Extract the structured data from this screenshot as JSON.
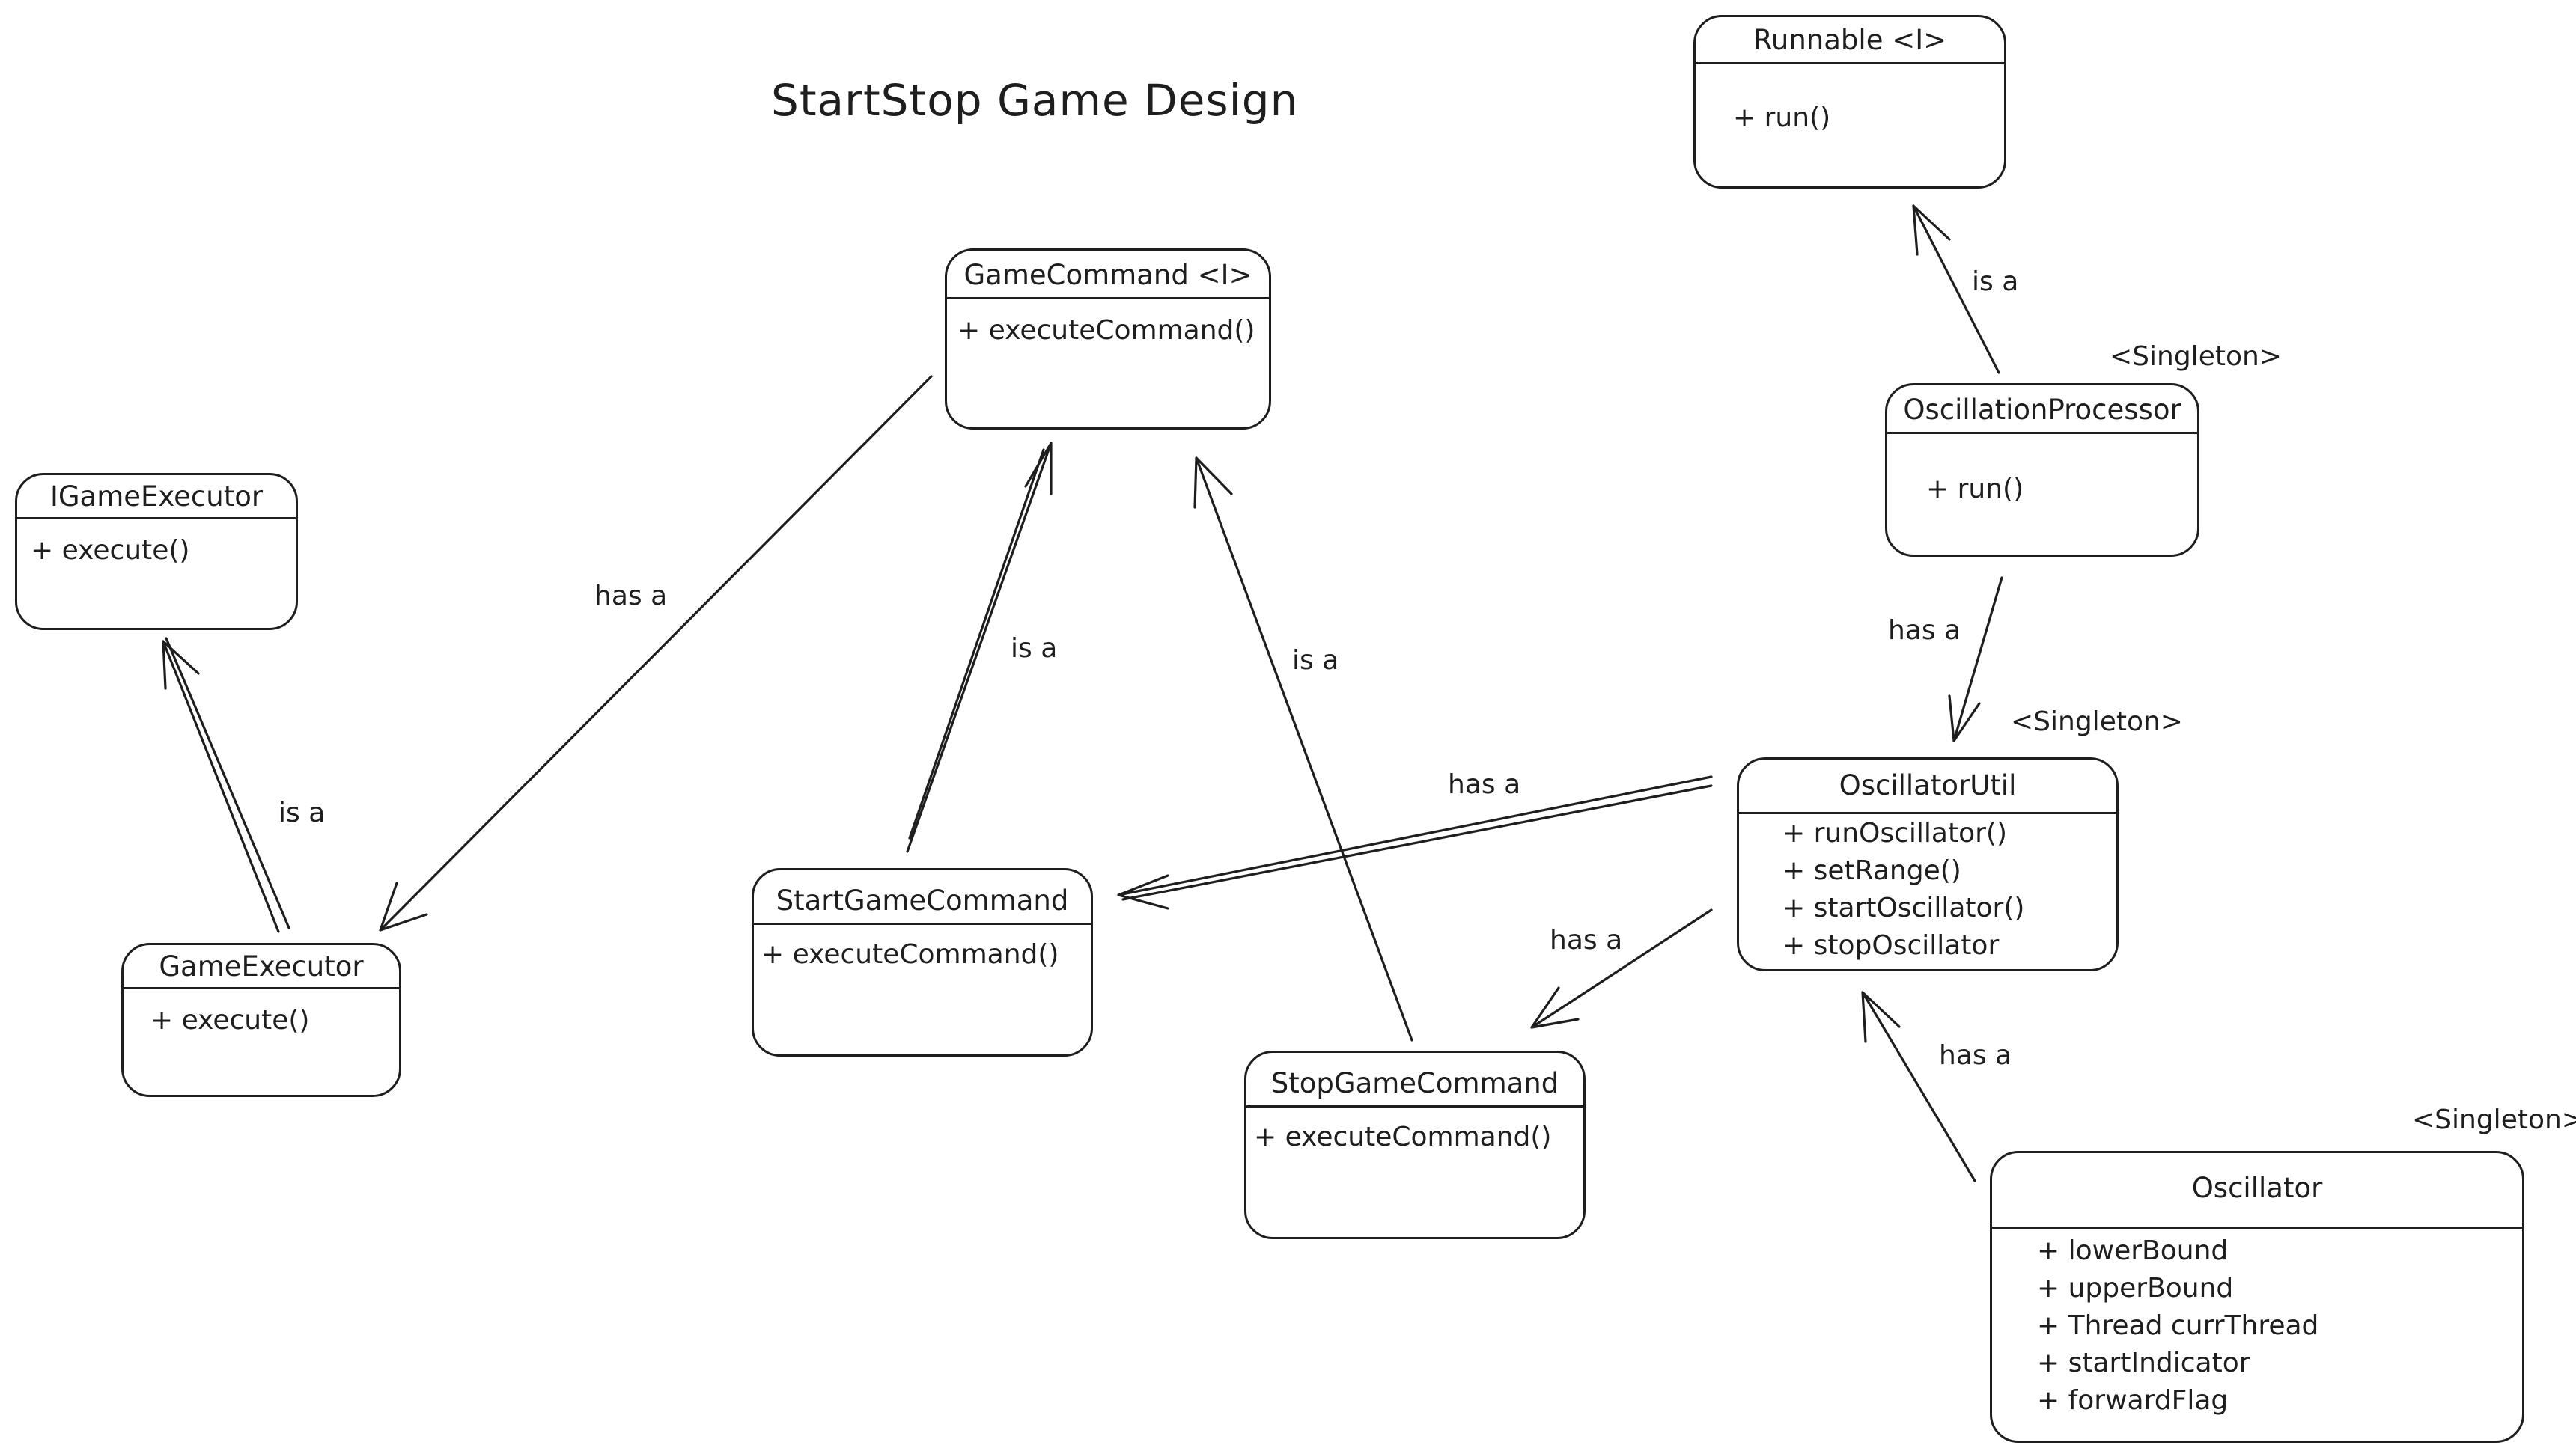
{
  "title": "StartStop Game Design",
  "classes": {
    "runnable": {
      "name": "Runnable <I>",
      "members": [
        "+ run()"
      ]
    },
    "game_command": {
      "name": "GameCommand <I>",
      "members": [
        "+ executeCommand()"
      ]
    },
    "igame_executor": {
      "name": "IGameExecutor",
      "members": [
        "+ execute()"
      ]
    },
    "game_executor": {
      "name": "GameExecutor",
      "members": [
        "+ execute()"
      ]
    },
    "start_game_command": {
      "name": "StartGameCommand",
      "members": [
        "+ executeCommand()"
      ]
    },
    "stop_game_command": {
      "name": "StopGameCommand",
      "members": [
        "+ executeCommand()"
      ]
    },
    "oscillation_processor": {
      "name": "OscillationProcessor",
      "stereotype": "<Singleton>",
      "members": [
        "+ run()"
      ]
    },
    "oscillator_util": {
      "name": "OscillatorUtil",
      "stereotype": "<Singleton>",
      "members": [
        "+ runOscillator()",
        "+ setRange()",
        "+ startOscillator()",
        "+ stopOscillator"
      ]
    },
    "oscillator": {
      "name": "Oscillator",
      "stereotype": "<Singleton>",
      "members": [
        "+ lowerBound",
        "+ upperBound",
        "+ Thread currThread",
        "+ startIndicator",
        "+ forwardFlag"
      ]
    }
  },
  "relations": {
    "processor_is_runnable": "is a",
    "processor_has_util": "has a",
    "command_has_executor": "has a",
    "executor_is_igame": "is a",
    "start_is_command": "is a",
    "stop_is_command": "is a",
    "util_has_start": "has a",
    "util_has_stop": "has a",
    "oscillator_has_util": "has a"
  },
  "colors": {
    "ink": "#1e1e1e",
    "background": "#ffffff"
  }
}
